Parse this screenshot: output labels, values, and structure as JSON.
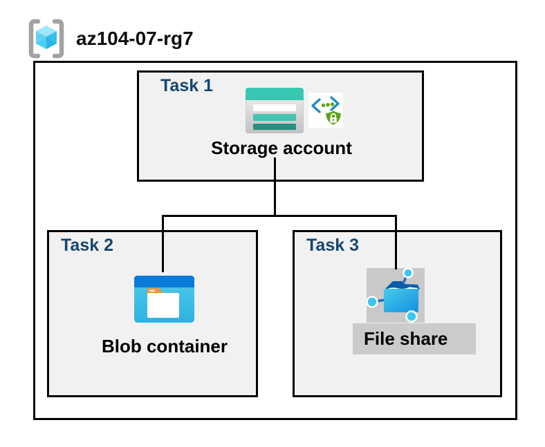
{
  "header": {
    "title": "az104-07-rg7",
    "icon": "resource-group-icon"
  },
  "tasks": [
    {
      "label": "Task 1",
      "node": "Storage account",
      "icons": [
        "storage-account-icon",
        "code-lock-icon"
      ]
    },
    {
      "label": "Task 2",
      "node": "Blob container",
      "icons": [
        "blob-container-icon"
      ]
    },
    {
      "label": "Task 3",
      "node": "File share",
      "icons": [
        "file-share-icon"
      ]
    }
  ],
  "connections": [
    {
      "from": "Storage account",
      "to": "Blob container"
    },
    {
      "from": "Storage account",
      "to": "File share"
    }
  ],
  "colors": {
    "task_label": "#17466e",
    "box_fill": "#f1f1f1",
    "box_border": "#000000",
    "canvas_bg": "#ffffff",
    "gray_highlight": "#c9c9c9",
    "label_highlight": "#cbcbcb",
    "storage_teal": "#38c7b3",
    "storage_teal_dark": "#2b8e80",
    "blob_header_blue": "#0b7bd8",
    "blob_body_cyan": "#3fc0e6",
    "blob_tab_orange": "#f79327",
    "fileshare_folder_blue": "#1590dd",
    "fileshare_flap_blue": "#0d5ca9",
    "node_cyan": "#3cc7f3",
    "shield_green": "#5ea31e",
    "bracket_blue": "#1e8ac6",
    "rg_bracket_gray": "#a3a3a3",
    "rg_cube_cyan": "#62d4f3",
    "connector_black": "#000000"
  }
}
